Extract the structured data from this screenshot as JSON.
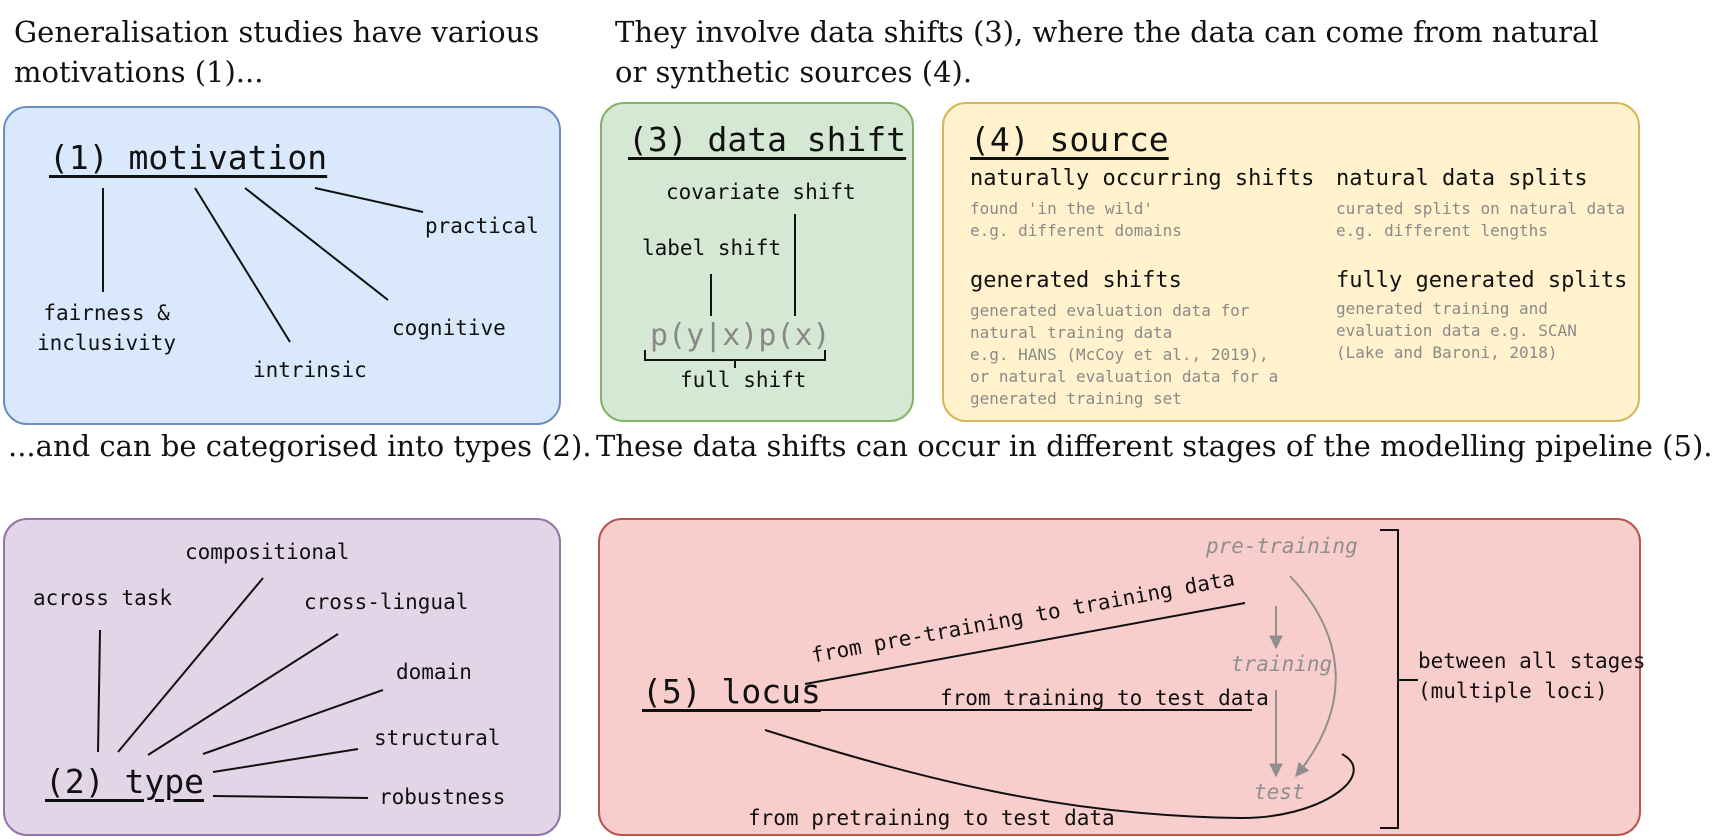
{
  "captions": {
    "c1": "Generalisation studies have various motivations (1)...",
    "c2": "They involve data shifts (3), where the data can come from natural or synthetic sources (4).",
    "c3": "...and can be categorised into types (2).",
    "c4": "These data shifts can occur in different stages of the modelling pipeline (5)."
  },
  "motivation": {
    "title": "(1) motivation",
    "items": [
      "practical",
      "fairness &\ninclusivity",
      "intrinsic",
      "cognitive"
    ]
  },
  "data_shift": {
    "title": "(3) data shift",
    "covariate": "covariate shift",
    "label": "label shift",
    "formula": "p(y|x)p(x)",
    "full": "full shift"
  },
  "source": {
    "title": "(4) source",
    "cells": [
      {
        "heading": "naturally occurring shifts",
        "desc": "found 'in the wild'\ne.g. different domains"
      },
      {
        "heading": "natural data splits",
        "desc": "curated splits on natural data\ne.g. different lengths"
      },
      {
        "heading": "generated shifts",
        "desc": "generated evaluation data for\nnatural training data\ne.g. HANS (McCoy et al., 2019),\nor natural evaluation data for a\ngenerated training set"
      },
      {
        "heading": "fully generated splits",
        "desc": "generated training and\nevaluation data e.g. SCAN\n(Lake and Baroni, 2018)"
      }
    ]
  },
  "type": {
    "title": "(2) type",
    "items": [
      "compositional",
      "across task",
      "cross-lingual",
      "domain",
      "structural",
      "robustness"
    ]
  },
  "locus": {
    "title": "(5) locus",
    "stages": [
      "pre-training",
      "training",
      "test"
    ],
    "edges": [
      "from pre-training to training data",
      "from training to test data",
      "from pretraining to test data"
    ],
    "all": "between all stages\n(multiple loci)"
  },
  "colors": {
    "blue_fill": "#dae8fc",
    "blue_border": "#6c8ebf",
    "green_fill": "#d5e8d4",
    "green_border": "#82b366",
    "yellow_fill": "#fff2cc",
    "yellow_border": "#d6b656",
    "purple_fill": "#e1d5e7",
    "purple_border": "#9673a6",
    "red_fill": "#f8cecc",
    "red_border": "#b85450"
  }
}
